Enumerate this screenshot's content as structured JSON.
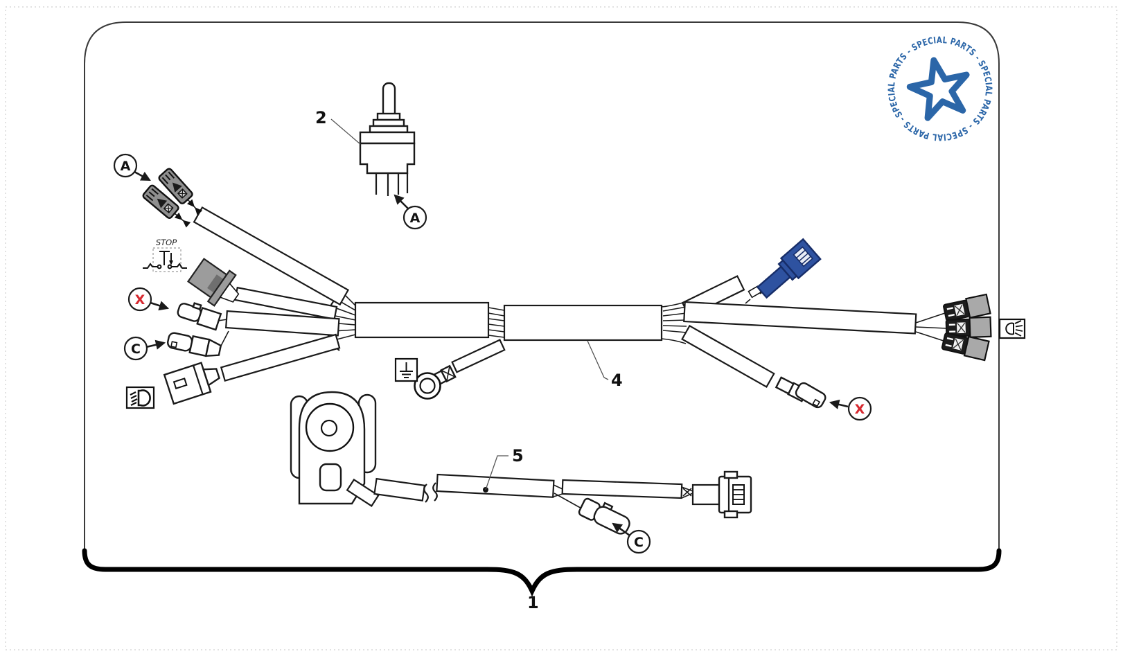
{
  "stamp": {
    "text": "SPECIAL PARTS - SPECIAL PARTS - SPECIAL PARTS - SPECIAL PARTS - "
  },
  "labels": {
    "harness_assembly": "1",
    "toggle_switch": "2",
    "main_sleeve": "4",
    "sub_harness": "5"
  },
  "markers": {
    "a": "A",
    "c": "C",
    "x": "X"
  },
  "icons": {
    "stop_switch_label": "STOP",
    "ground_icon": "earth-ground",
    "low_beam_icon": "low-beam-headlight",
    "position_lamp_icon": "position-lamp",
    "stamp_star_icon": "five-point-star"
  },
  "colors": {
    "stamp_blue": "#2b66a8",
    "connector_blue": "#2e52a0",
    "connector_blue_dark": "#172d68",
    "marker_red": "#d7282f",
    "connector_gray": "#9c9c9c",
    "connector_gray_dark": "#6f6f6f",
    "terminal_gray": "#8f8f8f",
    "sleeve_gray": "#a9a9a9"
  }
}
